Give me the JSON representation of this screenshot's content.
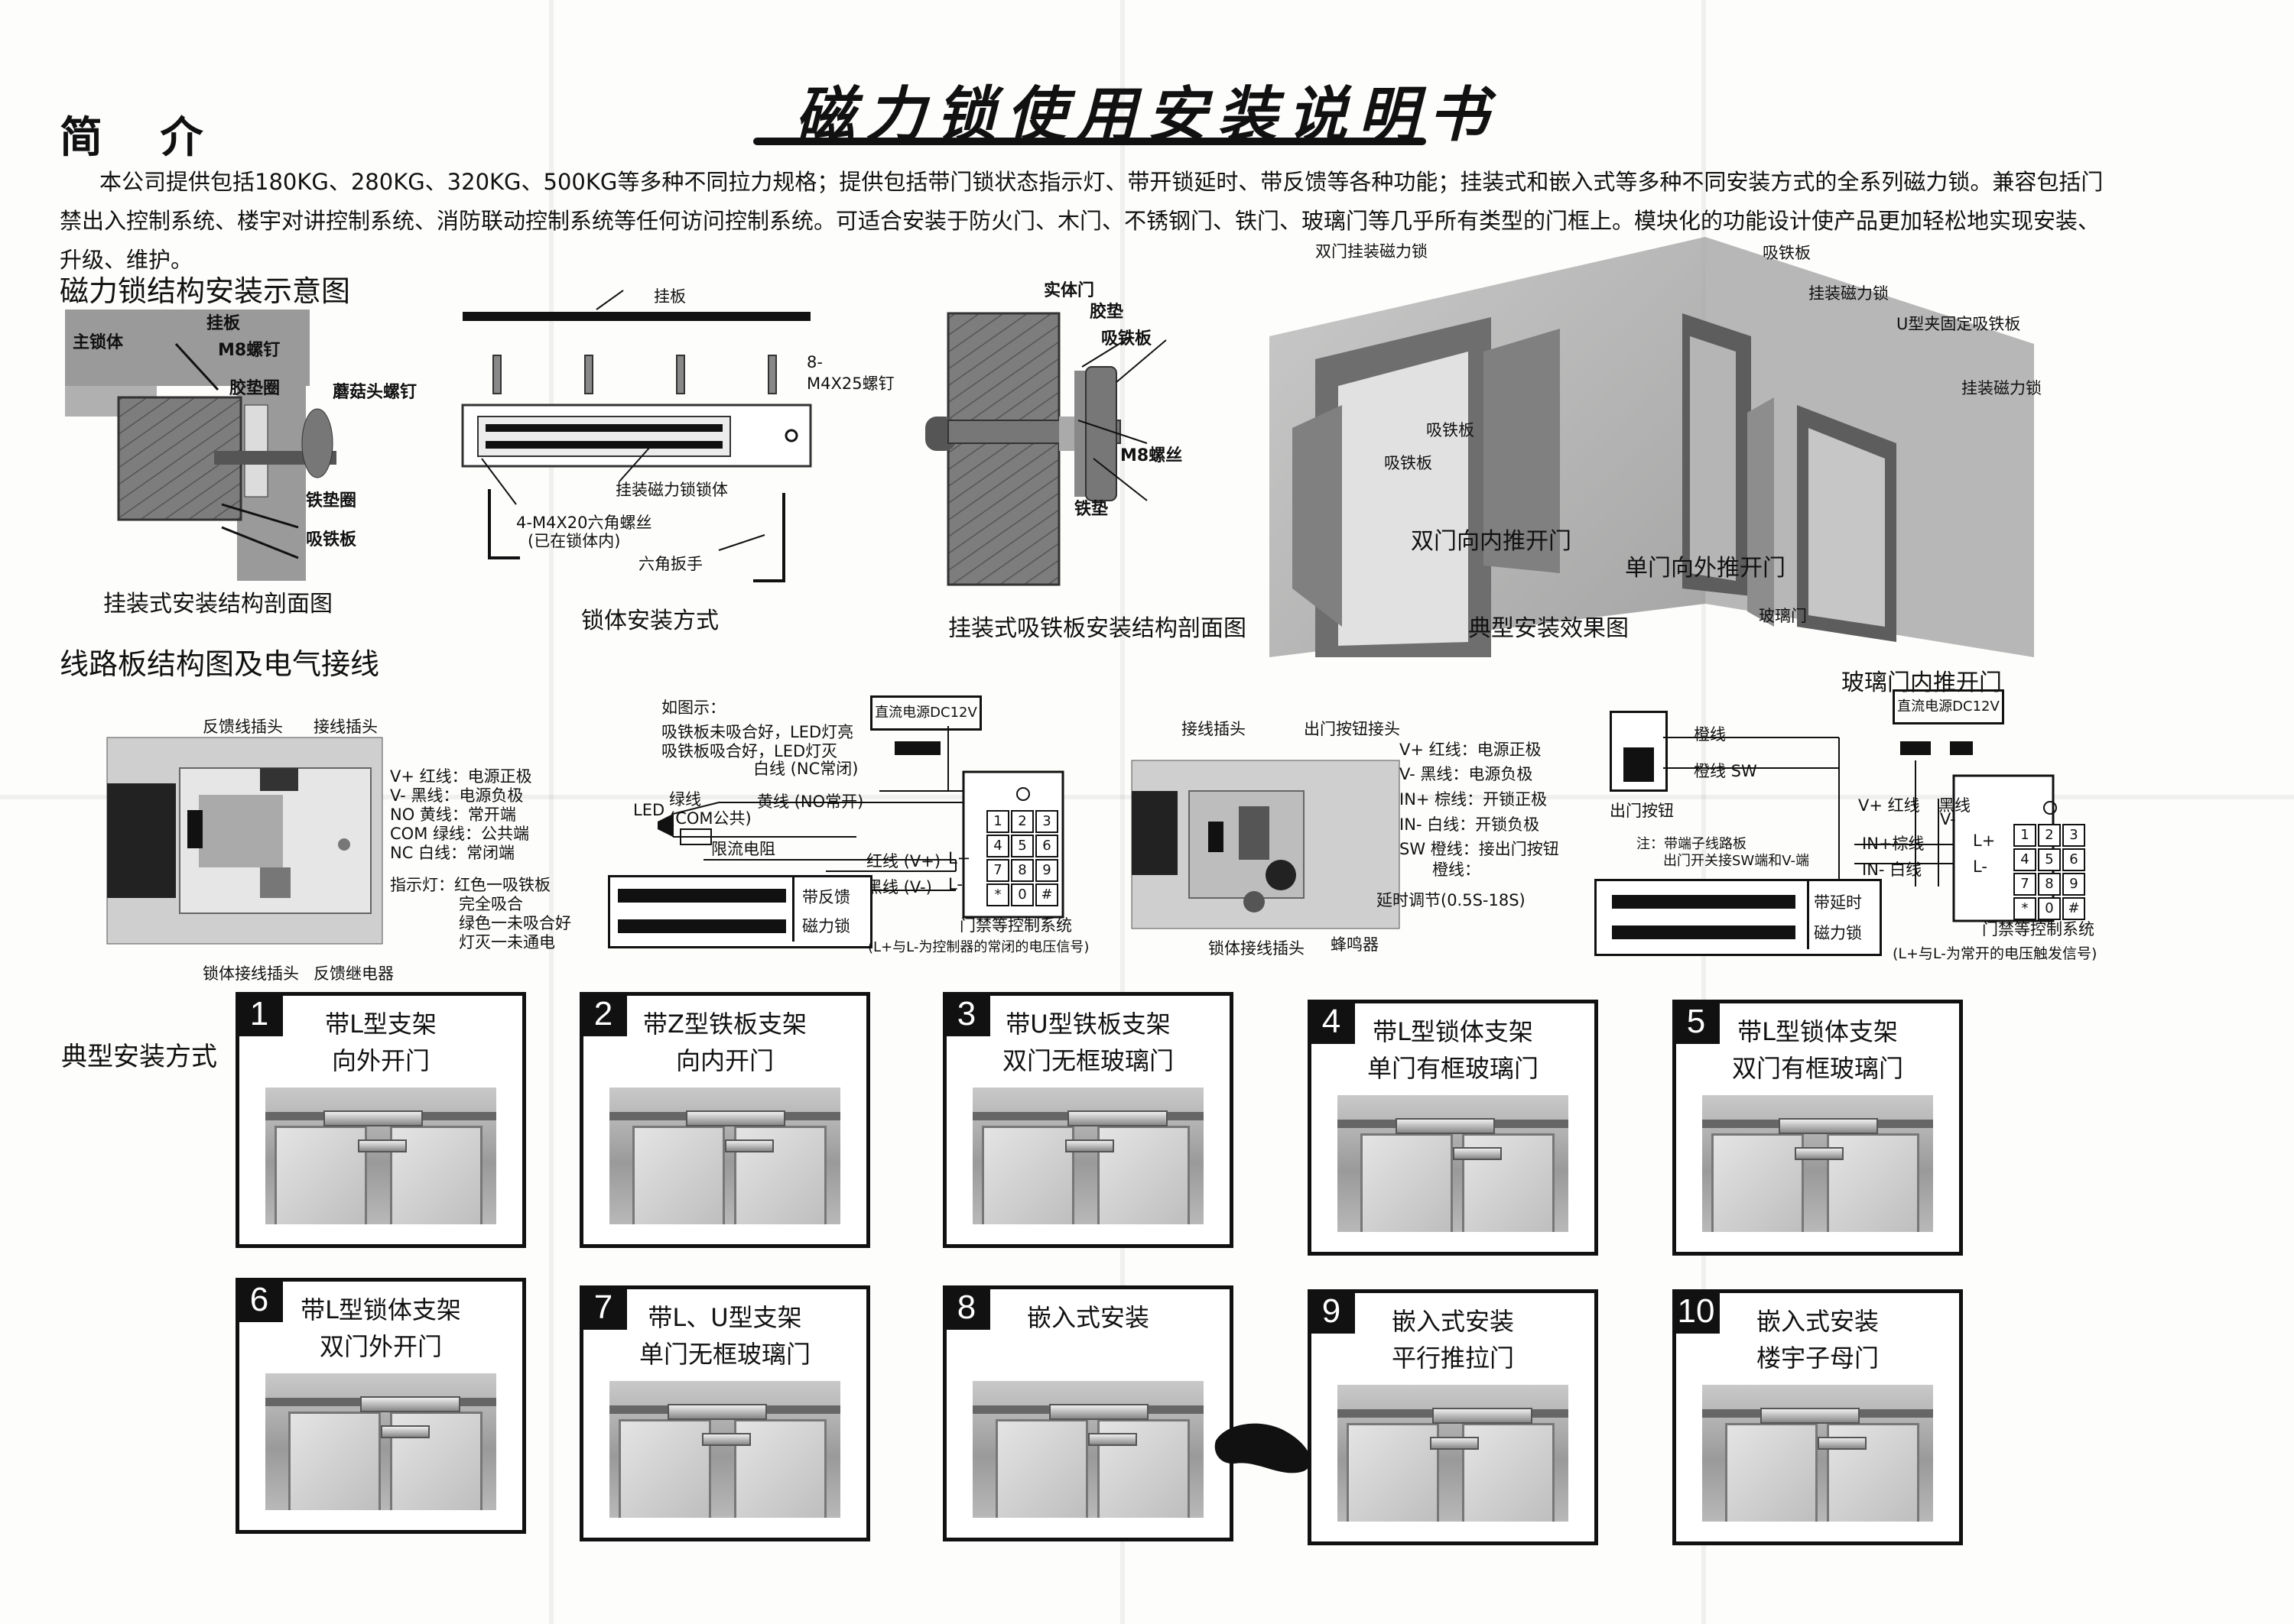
{
  "title": "磁力锁使用安装说明书",
  "intro": {
    "heading": "简 介",
    "text": "本公司提供包括180KG、280KG、320KG、500KG等多种不同拉力规格；提供包括带门锁状态指示灯、带开锁延时、带反馈等各种功能；挂装式和嵌入式等多种不同安装方式的全系列磁力锁。兼容包括门禁出入控制系统、楼宇对讲控制系统、消防联动控制系统等任何访问控制系统。可适合安装于防火门、木门、不锈钢门、铁门、玻璃门等几乎所有类型的门框上。模块化的功能设计使产品更加轻松地实现安装、升级、维护。"
  },
  "section1": {
    "heading": "磁力锁结构安装示意图",
    "fig1": {
      "caption": "挂装式安装结构剖面图",
      "labels": [
        "主锁体",
        "挂板",
        "M8螺钉",
        "胶垫圈",
        "蘑菇头螺钉",
        "铁垫圈",
        "吸铁板"
      ]
    },
    "fig2": {
      "caption": "锁体安装方式",
      "labels": [
        "挂板",
        "8-",
        "M4X25螺钉",
        "挂装磁力锁锁体",
        "4-M4X20六角螺丝",
        "(已在锁体内)",
        "六角扳手"
      ]
    },
    "fig3": {
      "caption": "挂装式吸铁板安装结构剖面图",
      "labels": [
        "实体门",
        "胶垫",
        "吸铁板",
        "M8螺丝",
        "铁垫"
      ]
    },
    "fig4": {
      "caption": "典型安装效果图",
      "labels": [
        "双门挂装磁力锁",
        "吸铁板",
        "挂装磁力锁",
        "U型夹固定吸铁板",
        "挂装磁力锁",
        "吸铁板",
        "吸铁板",
        "双门向内推开门",
        "单门向外推开门",
        "玻璃门",
        "玻璃门内推开门"
      ]
    }
  },
  "section2": {
    "heading": "线路板结构图及电气接线",
    "board1": {
      "top_labels": [
        "反馈线插头",
        "接线插头"
      ],
      "wires": [
        "V+   红线：电源正极",
        "V-   黑线：电源负极",
        "NO  黄线：常开端",
        "COM 绿线：公共端",
        "NC  白线：常闭端"
      ],
      "indicator": [
        "指示灯：红色一吸铁板",
        "完全吸合",
        "绿色一未吸合好",
        "灯灭一未通电"
      ],
      "bottom_labels": [
        "锁体接线插头",
        "反馈继电器"
      ]
    },
    "wiring1": {
      "notes": [
        "如图示：",
        "吸铁板未吸合好，LED灯亮",
        "吸铁板吸合好，LED灯灭"
      ],
      "power": "直流电源DC12V",
      "wire_labels": [
        "白线 (NC常闭)",
        "绿线",
        "(COM公共)",
        "黄线 (NO常开)",
        "LED",
        "限流电阻",
        "红线 (V+)",
        "L+",
        "黑线 (V-)",
        "L-"
      ],
      "lock": [
        "带反馈",
        "磁力锁"
      ],
      "system": "门禁等控制系统",
      "system_note": "(L+与L-为控制器的常闭的电压信号)"
    },
    "board2": {
      "top_labels": [
        "接线插头",
        "出门按钮接头"
      ],
      "wires": [
        "V+  红线：电源正极",
        "V-  黑线：电源负极",
        "IN+ 棕线：开锁正极",
        "IN-  白线：开锁负极",
        "SW  橙线：接出门按钮",
        "橙线："
      ],
      "bottom_labels": [
        "延时调节(0.5S-18S)",
        "锁体接线插头",
        "蜂鸣器"
      ]
    },
    "wiring2": {
      "button": "出门按钮",
      "power": "直流电源DC12V",
      "wire_labels": [
        "橙线",
        "橙线  SW",
        "V+  红线",
        "黑线",
        "V-",
        "IN+棕线",
        "L+",
        "IN- 白线",
        "L-"
      ],
      "note": [
        "注：带端子线路板",
        "出门开关接SW端和V-端"
      ],
      "lock": [
        "带延时",
        "磁力锁"
      ],
      "system": "门禁等控制系统",
      "system_note": "(L+与L-为常开的电压触发信号)"
    },
    "keypad": [
      "1",
      "2",
      "3",
      "4",
      "5",
      "6",
      "7",
      "8",
      "9",
      "*",
      "0",
      "#"
    ]
  },
  "section3": {
    "heading": "典型安装方式",
    "panels": [
      {
        "num": "1",
        "line1": "带L型支架",
        "line2": "向外开门"
      },
      {
        "num": "2",
        "line1": "带Z型铁板支架",
        "line2": "向内开门"
      },
      {
        "num": "3",
        "line1": "带U型铁板支架",
        "line2": "双门无框玻璃门"
      },
      {
        "num": "4",
        "line1": "带L型锁体支架",
        "line2": "单门有框玻璃门"
      },
      {
        "num": "5",
        "line1": "带L型锁体支架",
        "line2": "双门有框玻璃门"
      },
      {
        "num": "6",
        "line1": "带L型锁体支架",
        "line2": "双门外开门"
      },
      {
        "num": "7",
        "line1": "带L、U型支架",
        "line2": "单门无框玻璃门"
      },
      {
        "num": "8",
        "line1": "嵌入式安装",
        "line2": ""
      },
      {
        "num": "9",
        "line1": "嵌入式安装",
        "line2": "平行推拉门"
      },
      {
        "num": "10",
        "line1": "嵌入式安装",
        "line2": "楼宇子母门"
      }
    ]
  }
}
